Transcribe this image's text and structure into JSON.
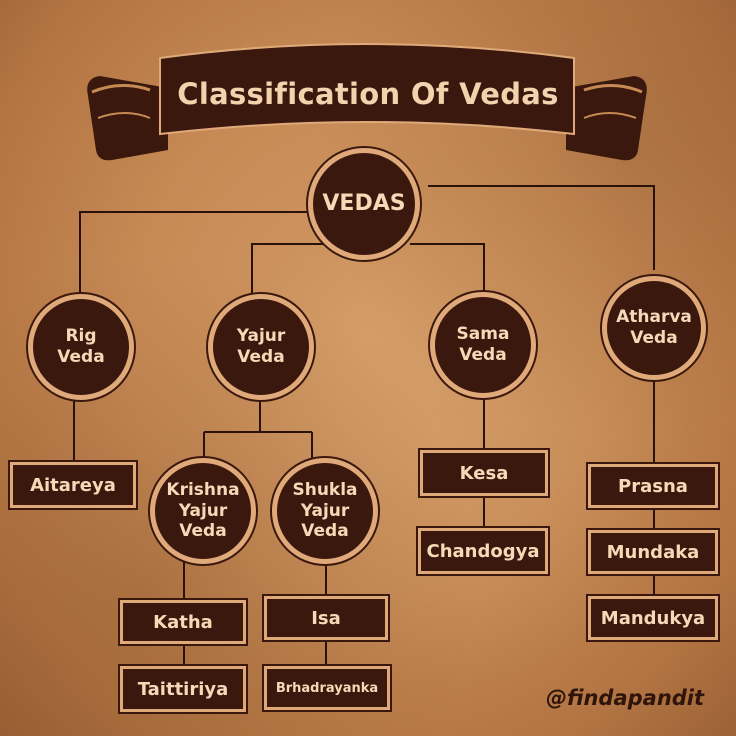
{
  "title": "Classification Of Vedas",
  "handle": "@findapandit",
  "colors": {
    "node_fill": "#3b180e",
    "node_border": "#e0a97a",
    "node_text": "#f6d9b6",
    "background": "#c68a55",
    "connector": "#2a120a"
  },
  "root": "VEDAS",
  "vedas": {
    "rig": "Rig\nVeda",
    "yajur": "Yajur\nVeda",
    "sama": "Sama\nVeda",
    "atharva": "Atharva\nVeda"
  },
  "yajur_branches": {
    "krishna": "Krishna\nYajur\nVeda",
    "shukla": "Shukla\nYajur\nVeda"
  },
  "upanishads": {
    "rig": [
      "Aitareya"
    ],
    "krishna_yajur": [
      "Katha",
      "Taittiriya"
    ],
    "shukla_yajur": [
      "Isa",
      "Brhadrayanka"
    ],
    "sama": [
      "Kesa",
      "Chandogya"
    ],
    "atharva": [
      "Prasna",
      "Mundaka",
      "Mandukya"
    ]
  }
}
